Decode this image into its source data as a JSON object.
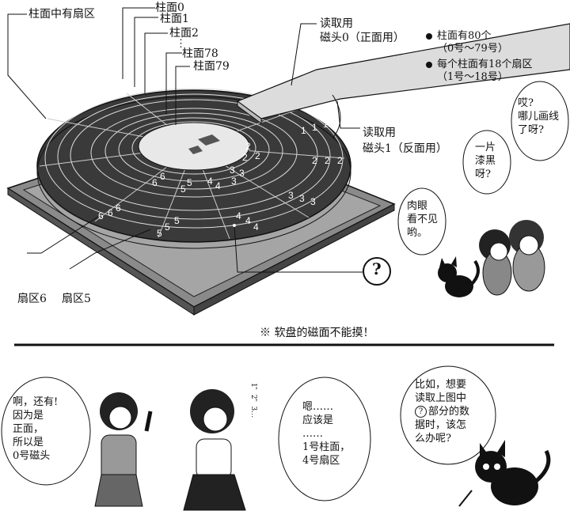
{
  "labels": {
    "sector_on_cylinder": "柱面中有扇区",
    "cyl0": "柱面0",
    "cyl1": "柱面1",
    "cyl2": "柱面2",
    "dots": "⋮",
    "cyl78": "柱面78",
    "cyl79": "柱面79",
    "head0_line1": "读取用",
    "head0_line2": "磁头0（正面用）",
    "head1_line1": "读取用",
    "head1_line2": "磁头1（反面用）",
    "sector6": "扇区6",
    "sector5": "扇区5",
    "question_mark": "?"
  },
  "bullets": [
    {
      "line1": "柱面有80个",
      "line2": "（0号～79号）"
    },
    {
      "line1": "每个柱面有18个扇区",
      "line2": "（1号～18号）"
    }
  ],
  "sector_numbers": {
    "s1": "1",
    "s2": "2",
    "s3": "3",
    "s4": "4",
    "s5": "5",
    "s6": "6"
  },
  "note": "※  软盘的磁面不能摸！",
  "speech": {
    "girl_top_right": [
      "哎?",
      "哪儿画线",
      "了呀?"
    ],
    "girl_black": [
      "一片",
      "漆黑",
      "呀?"
    ],
    "cat_top": [
      "肉眼",
      "看不见",
      "哟。"
    ],
    "girl_left": [
      "啊，还有!",
      "因为是",
      "正面，",
      "所以是",
      "0号磁头"
    ],
    "girl_middle": [
      "嗯……",
      "应该是",
      "……",
      "1号柱面，",
      "4号扇区"
    ],
    "cat_bottom": [
      "比如，想要",
      "读取上图中",
      "部分的数",
      "据时，该怎",
      "么办呢?"
    ],
    "cat_bottom_circle": "?",
    "thinking_dots": "1，2，3…"
  }
}
